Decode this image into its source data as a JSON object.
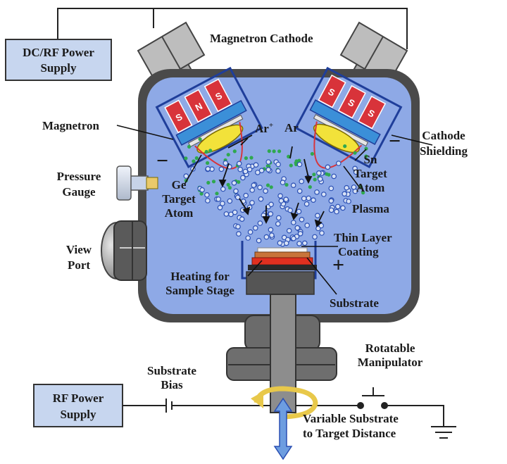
{
  "labels": {
    "dc_rf_power_line1": "DC/RF Power",
    "dc_rf_power_line2": "Supply",
    "magnetron_cathode": "Magnetron Cathode",
    "magnetron": "Magnetron",
    "ar_ion": "Ar",
    "ar_ion_sup": "+",
    "ar": "Ar",
    "cathode_shielding_line1": "Cathode",
    "cathode_shielding_line2": "Shielding",
    "pressure_gauge_line1": "Pressure",
    "pressure_gauge_line2": "Gauge",
    "ge_target_line1": "Ge",
    "ge_target_line2": "Target",
    "ge_target_line3": "Atom",
    "sn_target_line1": "Sn",
    "sn_target_line2": "Target",
    "sn_target_line3": "Atom",
    "plasma": "Plasma",
    "view_port_line1": "View",
    "view_port_line2": "Port",
    "thin_layer_line1": "Thin Layer",
    "thin_layer_line2": "Coating",
    "heating_line1": "Heating for",
    "heating_line2": "Sample Stage",
    "substrate": "Substrate",
    "rotatable_line1": "Rotatable",
    "rotatable_line2": "Manipulator",
    "substrate_bias_line1": "Substrate",
    "substrate_bias_line2": "Bias",
    "rf_power_line1": "RF Power",
    "rf_power_line2": "Supply",
    "variable_line1": "Variable Substrate",
    "variable_line2": "to Target Distance",
    "magnet_s": "S",
    "magnet_n": "N",
    "minus": "−",
    "plus": "+"
  },
  "colors": {
    "chamber_fill": "#8ea9e6",
    "chamber_stroke": "#444444",
    "power_box_fill": "#c7d6ef",
    "magnet_red": "#d8333a",
    "shield_blue": "#3b8fd8",
    "target_yellow": "#f2e23a",
    "dot_green": "#2fa84f",
    "dot_blue": "#2a4fb3",
    "metal_gray": "#8f8f8f",
    "dark_gray": "#4b4b4b",
    "heater_red": "#e03020",
    "substrate_orange": "#c8743a",
    "accent_yellow": "#e8c84a",
    "arrow_blue": "#6d9de0"
  }
}
